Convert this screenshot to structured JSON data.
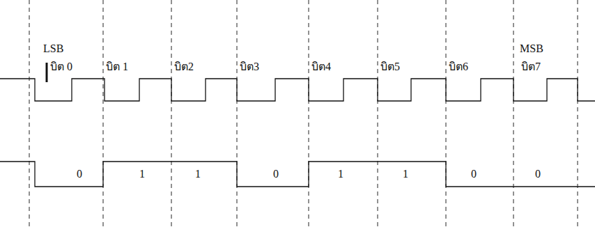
{
  "diagram": {
    "labels": [
      "LSB",
      "บิต 0",
      "บิต 1",
      "บิต2",
      "บิต3",
      "บิต4",
      "บิต5",
      "บิต6",
      "MSB",
      "บิต7",
      "0",
      "1",
      "1",
      "0",
      "1",
      "1",
      "0",
      "0"
    ]
  }
}
